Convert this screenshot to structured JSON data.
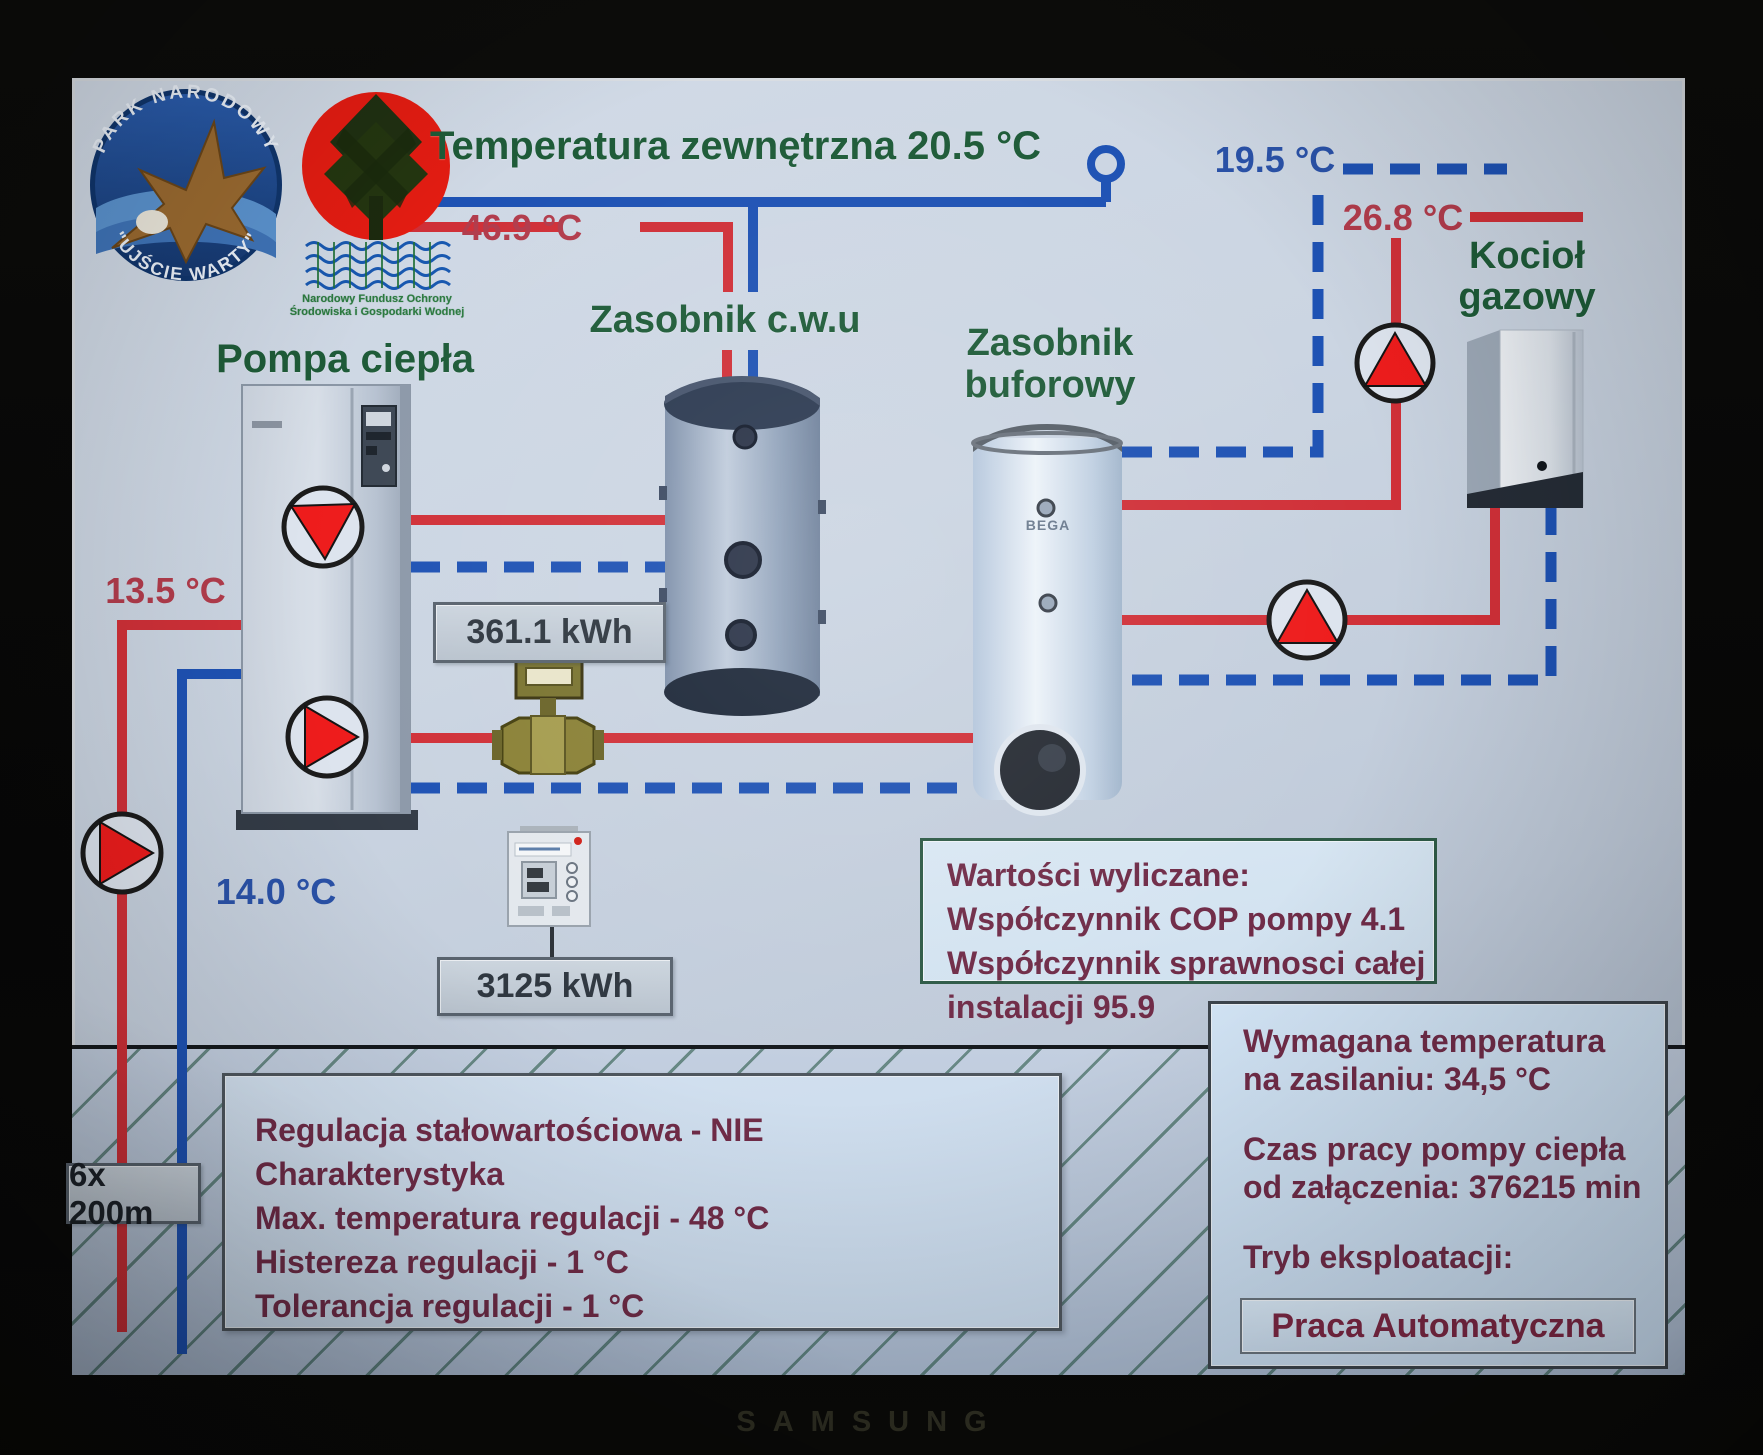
{
  "screen": {
    "top": {
      "outdoor_temp": "Temperatura zewnętrzna 20.5 °C",
      "hp_supply_temp": "46.9 °C",
      "heating_return_temp": "19.5 °C",
      "heating_supply_temp": "26.8 °C"
    },
    "devices": {
      "heat_pump": "Pompa ciepła",
      "dhw_tank": "Zasobnik c.w.u",
      "buffer_tank_line1": "Zasobnik",
      "buffer_tank_line2": "buforowy",
      "boiler_line1": "Kocioł",
      "boiler_line2": "gazowy",
      "buffer_brand": "BEGA"
    },
    "left": {
      "brine_supply_temp": "13.5 °C",
      "brine_return_temp": "14.0 °C",
      "borehole_label": "6x 200m"
    },
    "meters": {
      "heat_energy": "361.1 kWh",
      "electric_energy": "3125 kWh"
    },
    "calc_box": {
      "line1": "Wartości wyliczane:",
      "line2": "Współczynnik COP pompy 4.1",
      "line3": "Współczynnik sprawnosci całej instalacji 95.9"
    },
    "regulation_box": {
      "line1": "Regulacja stałowartościowa - NIE",
      "line2": "Charakterystyka",
      "line3": "Max. temperatura regulacji - 48 °C",
      "line4": "Histereza regulacji - 1 °C",
      "line5": "Tolerancja regulacji - 1 °C"
    },
    "status_box": {
      "line1": "Wymagana temperatura",
      "line2": "na zasilaniu: 34,5 °C",
      "line3": "Czas pracy pompy ciepła",
      "line4": "od załączenia: 376215 min",
      "line5": "Tryb eksploatacji:",
      "mode_button": "Praca Automatyczna"
    },
    "logos": {
      "park_top": "PARK NARODOWY",
      "park_bottom": "\"UJŚCIE WARTY\"",
      "fund_caption1": "Narodowy Fundusz Ochrony",
      "fund_caption2": "Środowiska i Gospodarki Wodnej"
    },
    "colors": {
      "pipe_hot": "#d03038",
      "pipe_cold": "#1e52b4",
      "label_green": "#1e5b38",
      "text_maroon": "#702c48",
      "pump_red": "#ee1c1c"
    }
  },
  "monitor": {
    "brand": "SAMSUNG"
  }
}
